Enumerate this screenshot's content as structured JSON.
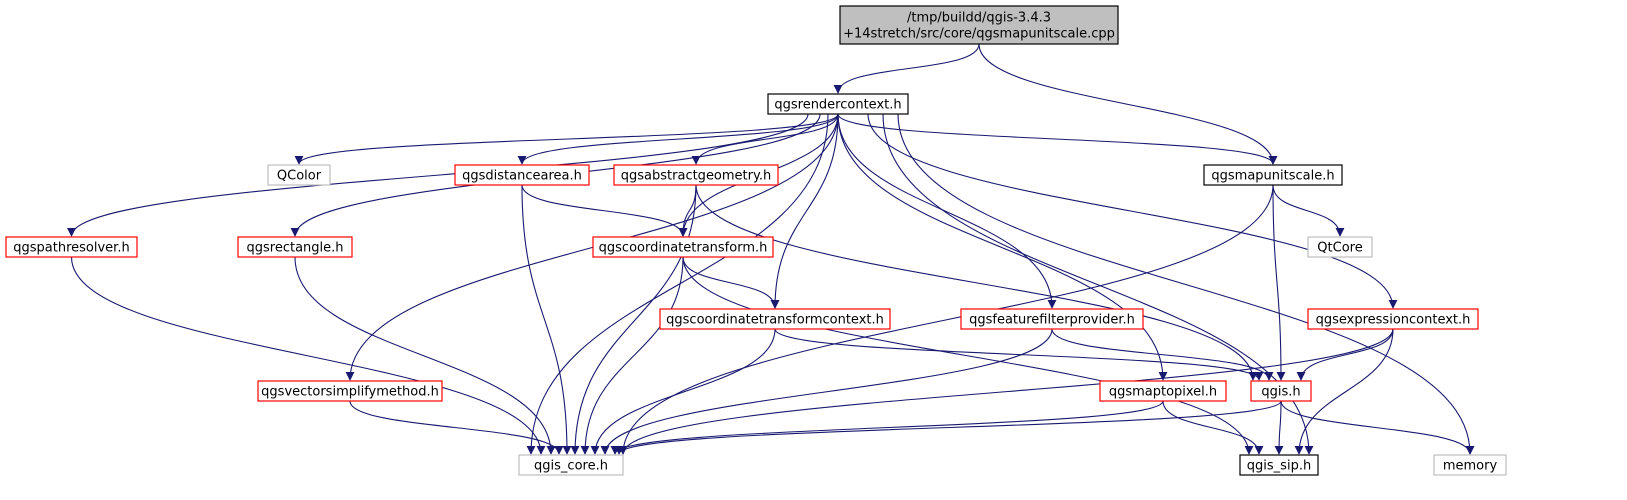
{
  "colors": {
    "edge": "#191970",
    "root_fill": "#bfbfbf",
    "root_border": "#000000",
    "documented_border": "#000000",
    "truncated_border": "#ff0000",
    "external_border": "#bfbfbf",
    "node_fill": "#ffffff"
  },
  "nodes": [
    {
      "id": "root",
      "label": [
        "/tmp/buildd/qgis-3.4.3",
        "+14stretch/src/core/qgsmapunitscale.cpp"
      ],
      "style": "root"
    },
    {
      "id": "qgsrendercontext",
      "label": [
        "qgsrendercontext.h"
      ],
      "style": "documented"
    },
    {
      "id": "qcolor",
      "label": [
        "QColor"
      ],
      "style": "external"
    },
    {
      "id": "qgsdistancearea",
      "label": [
        "qgsdistancearea.h"
      ],
      "style": "truncated"
    },
    {
      "id": "qgsabstractgeometry",
      "label": [
        "qgsabstractgeometry.h"
      ],
      "style": "truncated"
    },
    {
      "id": "qgsmapunitscale",
      "label": [
        "qgsmapunitscale.h"
      ],
      "style": "documented"
    },
    {
      "id": "qgspathresolver",
      "label": [
        "qgspathresolver.h"
      ],
      "style": "truncated"
    },
    {
      "id": "qgsrectangle",
      "label": [
        "qgsrectangle.h"
      ],
      "style": "truncated"
    },
    {
      "id": "qgscoordinatetransform",
      "label": [
        "qgscoordinatetransform.h"
      ],
      "style": "truncated"
    },
    {
      "id": "qtcore",
      "label": [
        "QtCore"
      ],
      "style": "external"
    },
    {
      "id": "qgscoordinatetransformcontext",
      "label": [
        "qgscoordinatetransformcontext.h"
      ],
      "style": "truncated"
    },
    {
      "id": "qgsfeaturefilterprovider",
      "label": [
        "qgsfeaturefilterprovider.h"
      ],
      "style": "truncated"
    },
    {
      "id": "qgsexpressioncontext",
      "label": [
        "qgsexpressioncontext.h"
      ],
      "style": "truncated"
    },
    {
      "id": "qgsvectorsimplifymethod",
      "label": [
        "qgsvectorsimplifymethod.h"
      ],
      "style": "truncated"
    },
    {
      "id": "qgsmaptopixel",
      "label": [
        "qgsmaptopixel.h"
      ],
      "style": "truncated"
    },
    {
      "id": "qgis",
      "label": [
        "qgis.h"
      ],
      "style": "truncated"
    },
    {
      "id": "qgis_core",
      "label": [
        "qgis_core.h"
      ],
      "style": "external"
    },
    {
      "id": "qgis_sip",
      "label": [
        "qgis_sip.h"
      ],
      "style": "documented"
    },
    {
      "id": "memory",
      "label": [
        "memory"
      ],
      "style": "external"
    }
  ],
  "edges": [
    [
      "root",
      "qgsrendercontext"
    ],
    [
      "root",
      "qgsmapunitscale"
    ],
    [
      "qgsrendercontext",
      "qcolor"
    ],
    [
      "qgsrendercontext",
      "qgsdistancearea"
    ],
    [
      "qgsrendercontext",
      "qgsabstractgeometry"
    ],
    [
      "qgsrendercontext",
      "qgsmapunitscale"
    ],
    [
      "qgsrendercontext",
      "qgspathresolver"
    ],
    [
      "qgsrendercontext",
      "qgsrectangle"
    ],
    [
      "qgsrendercontext",
      "qgscoordinatetransform"
    ],
    [
      "qgsrendercontext",
      "qgscoordinatetransformcontext"
    ],
    [
      "qgsrendercontext",
      "qgsfeaturefilterprovider"
    ],
    [
      "qgsrendercontext",
      "qgsexpressioncontext"
    ],
    [
      "qgsrendercontext",
      "qgsvectorsimplifymethod"
    ],
    [
      "qgsrendercontext",
      "qgsmaptopixel"
    ],
    [
      "qgsrendercontext",
      "qgis_core"
    ],
    [
      "qgsrendercontext",
      "qgis_sip"
    ],
    [
      "qgsrendercontext",
      "memory"
    ],
    [
      "qgsdistancearea",
      "qgscoordinatetransform"
    ],
    [
      "qgsdistancearea",
      "qgis_core"
    ],
    [
      "qgsabstractgeometry",
      "qgscoordinatetransform"
    ],
    [
      "qgsabstractgeometry",
      "qgis_core"
    ],
    [
      "qgsabstractgeometry",
      "qgis"
    ],
    [
      "qgsmapunitscale",
      "qtcore"
    ],
    [
      "qgsmapunitscale",
      "qgis"
    ],
    [
      "qgsmapunitscale",
      "qgis_core"
    ],
    [
      "qgspathresolver",
      "qgis_core"
    ],
    [
      "qgsrectangle",
      "qgis_core"
    ],
    [
      "qgscoordinatetransform",
      "qgscoordinatetransformcontext"
    ],
    [
      "qgscoordinatetransform",
      "qgis_core"
    ],
    [
      "qgscoordinatetransform",
      "qgis_sip"
    ],
    [
      "qgscoordinatetransformcontext",
      "qgis"
    ],
    [
      "qgscoordinatetransformcontext",
      "qgis_core"
    ],
    [
      "qgsfeaturefilterprovider",
      "qgis"
    ],
    [
      "qgsfeaturefilterprovider",
      "qgis_core"
    ],
    [
      "qgsexpressioncontext",
      "qgis"
    ],
    [
      "qgsexpressioncontext",
      "qgis_core"
    ],
    [
      "qgsexpressioncontext",
      "qgis_sip"
    ],
    [
      "qgsvectorsimplifymethod",
      "qgis_core"
    ],
    [
      "qgsmaptopixel",
      "qgis_core"
    ],
    [
      "qgsmaptopixel",
      "qgis_sip"
    ],
    [
      "qgis",
      "qgis_core"
    ],
    [
      "qgis",
      "qgis_sip"
    ],
    [
      "qgis",
      "memory"
    ]
  ]
}
